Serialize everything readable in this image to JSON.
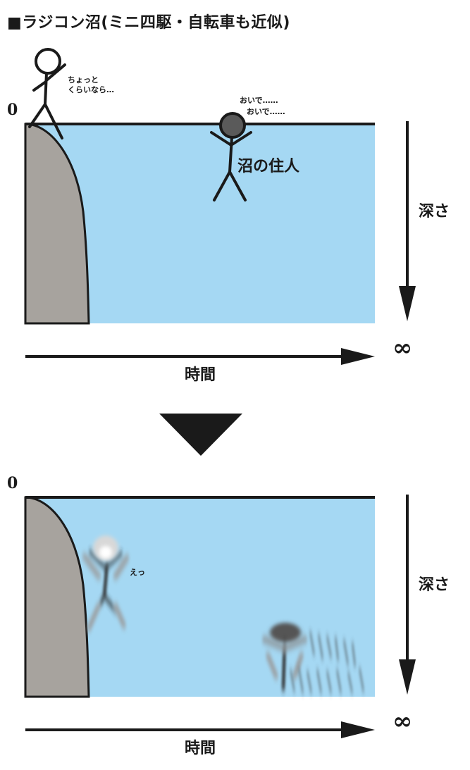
{
  "title": "■ラジコン沼(ミニ四駆・自転車も近似)",
  "top_panel": {
    "zero": "0",
    "depth_label": "深さ",
    "infinity": "∞",
    "time_label": "時間",
    "climber_line1": "ちょっと",
    "climber_line2": "くらいなら…",
    "call_line1": "おいで……",
    "call_line2": "おいで……",
    "resident_label": "沼の住人"
  },
  "bottom_panel": {
    "zero": "0",
    "depth_label": "深さ",
    "infinity": "∞",
    "time_label": "時間",
    "surprise": "えっ"
  },
  "colors": {
    "water": "#a5d8f3",
    "cliff": "#a7a39e",
    "ink": "#1a1a1a",
    "resident_head": "#5a5a5a"
  }
}
